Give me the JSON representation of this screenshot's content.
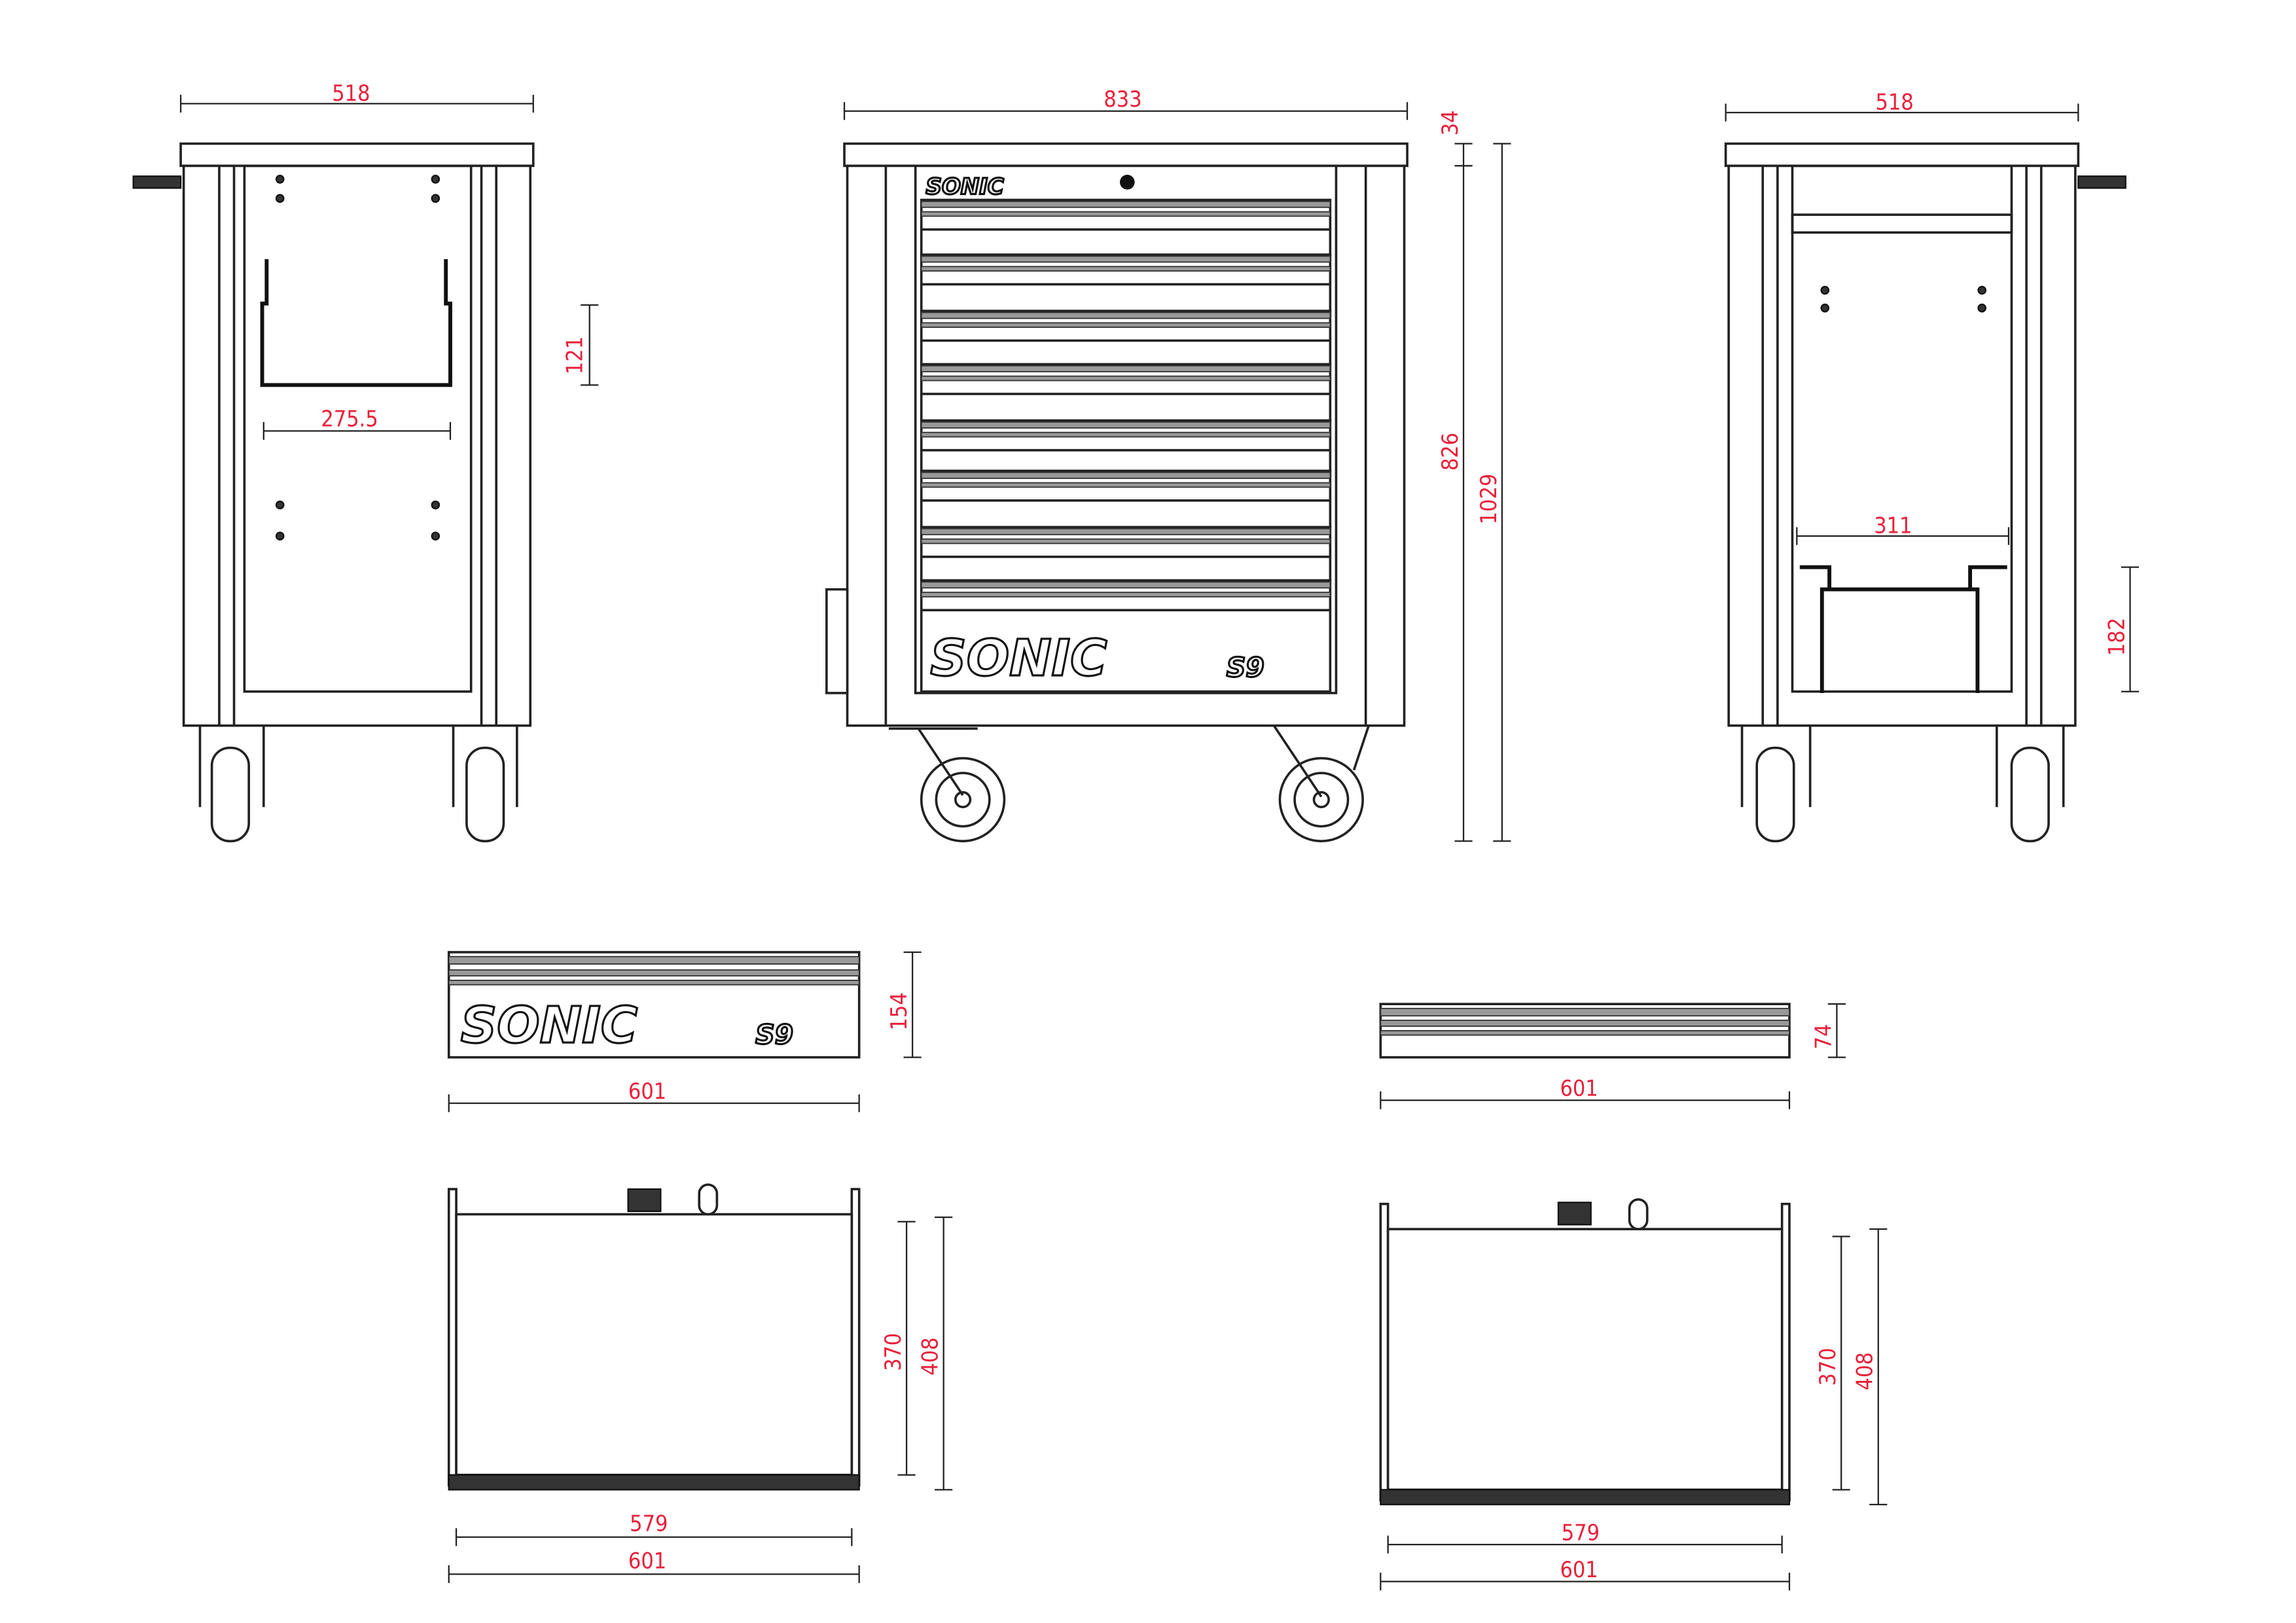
{
  "brand": {
    "logo": "SONIC",
    "model": "S9"
  },
  "colors": {
    "dimension_text": "#e8203a",
    "lines": "#222222"
  },
  "dimensions": {
    "side_left": {
      "width": "518",
      "bracket_height": "121",
      "bracket_width": "275.5"
    },
    "front": {
      "width": "833",
      "top_thickness": "34",
      "body_height": "826",
      "total_height": "1029"
    },
    "side_right": {
      "width": "518",
      "bracket_width": "311",
      "bracket_height": "182"
    },
    "drawer_tall_front": {
      "height": "154",
      "width": "601"
    },
    "drawer_slim_front": {
      "height": "74",
      "width": "601"
    },
    "drawer_tall_top": {
      "inner_width": "579",
      "outer_width": "601",
      "inner_depth": "370",
      "outer_depth": "408"
    },
    "drawer_slim_top": {
      "inner_width": "579",
      "outer_width": "601",
      "inner_depth": "370",
      "outer_depth": "408"
    }
  }
}
